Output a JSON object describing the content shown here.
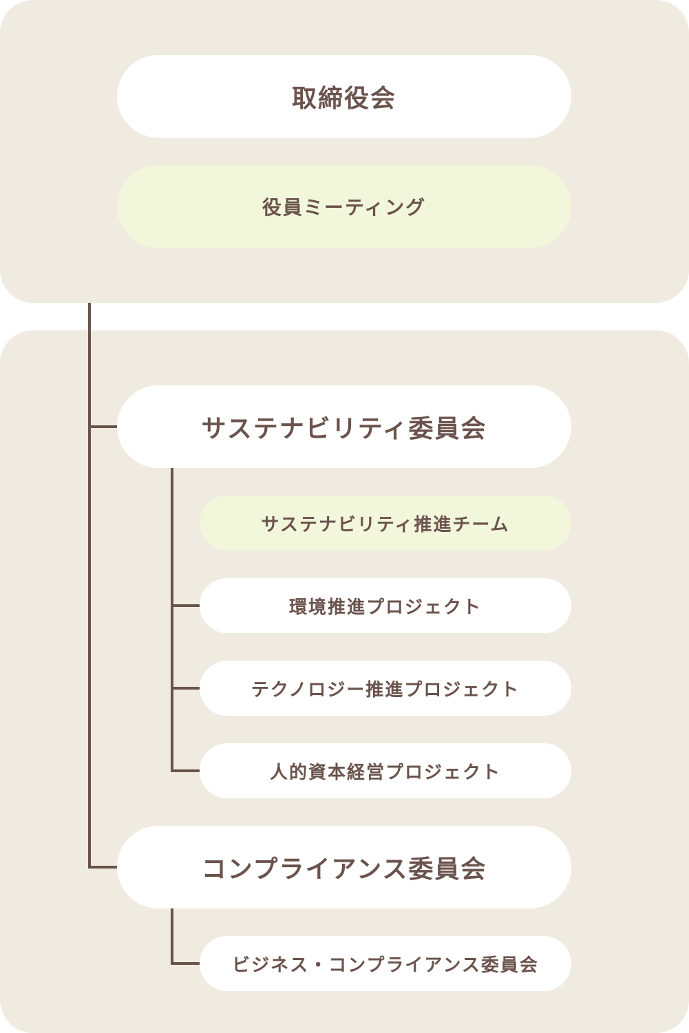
{
  "colors": {
    "panel_background": "#f0ebe1",
    "node_white": "#ffffff",
    "node_green": "#f2f6db",
    "text": "#6b534d",
    "connector": "#6b534d"
  },
  "top_group": {
    "board": "取締役会",
    "officers_meeting": "役員ミーティング"
  },
  "bottom_group": {
    "sustainability_committee": {
      "label": "サステナビリティ委員会",
      "children": [
        "サステナビリティ推進チーム",
        "環境推進プロジェクト",
        "テクノロジー推進プロジェクト",
        "人的資本経営プロジェクト"
      ]
    },
    "compliance_committee": {
      "label": "コンプライアンス委員会",
      "children": [
        "ビジネス・コンプライアンス委員会"
      ]
    }
  }
}
